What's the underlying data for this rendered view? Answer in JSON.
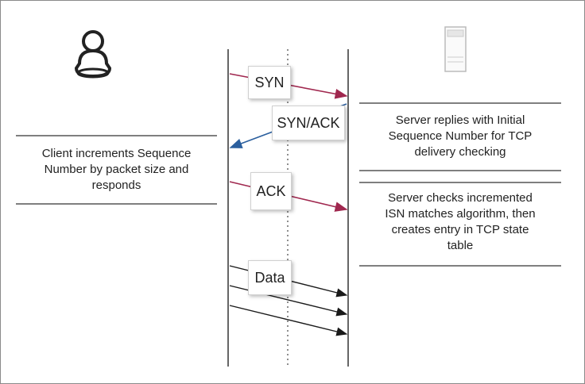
{
  "messages": {
    "syn": "SYN",
    "syn_ack": "SYN/ACK",
    "ack": "ACK",
    "data": "Data"
  },
  "notes": {
    "client_increment": "Client increments Sequence\nNumber  by packet size and\nresponds",
    "server_reply": "Server replies with Initial\nSequence Number for TCP\ndelivery checking",
    "server_check": "Server checks incremented\nISN matches algorithm, then\ncreates entry in TCP state\ntable"
  },
  "colors": {
    "syn_arrow": "#a0284f",
    "syn_ack_arrow": "#2b5f9e",
    "data_arrow": "#1a1a1a",
    "lifeline": "#333333"
  },
  "icons": {
    "client": "person-icon",
    "server": "server-tower-icon"
  }
}
